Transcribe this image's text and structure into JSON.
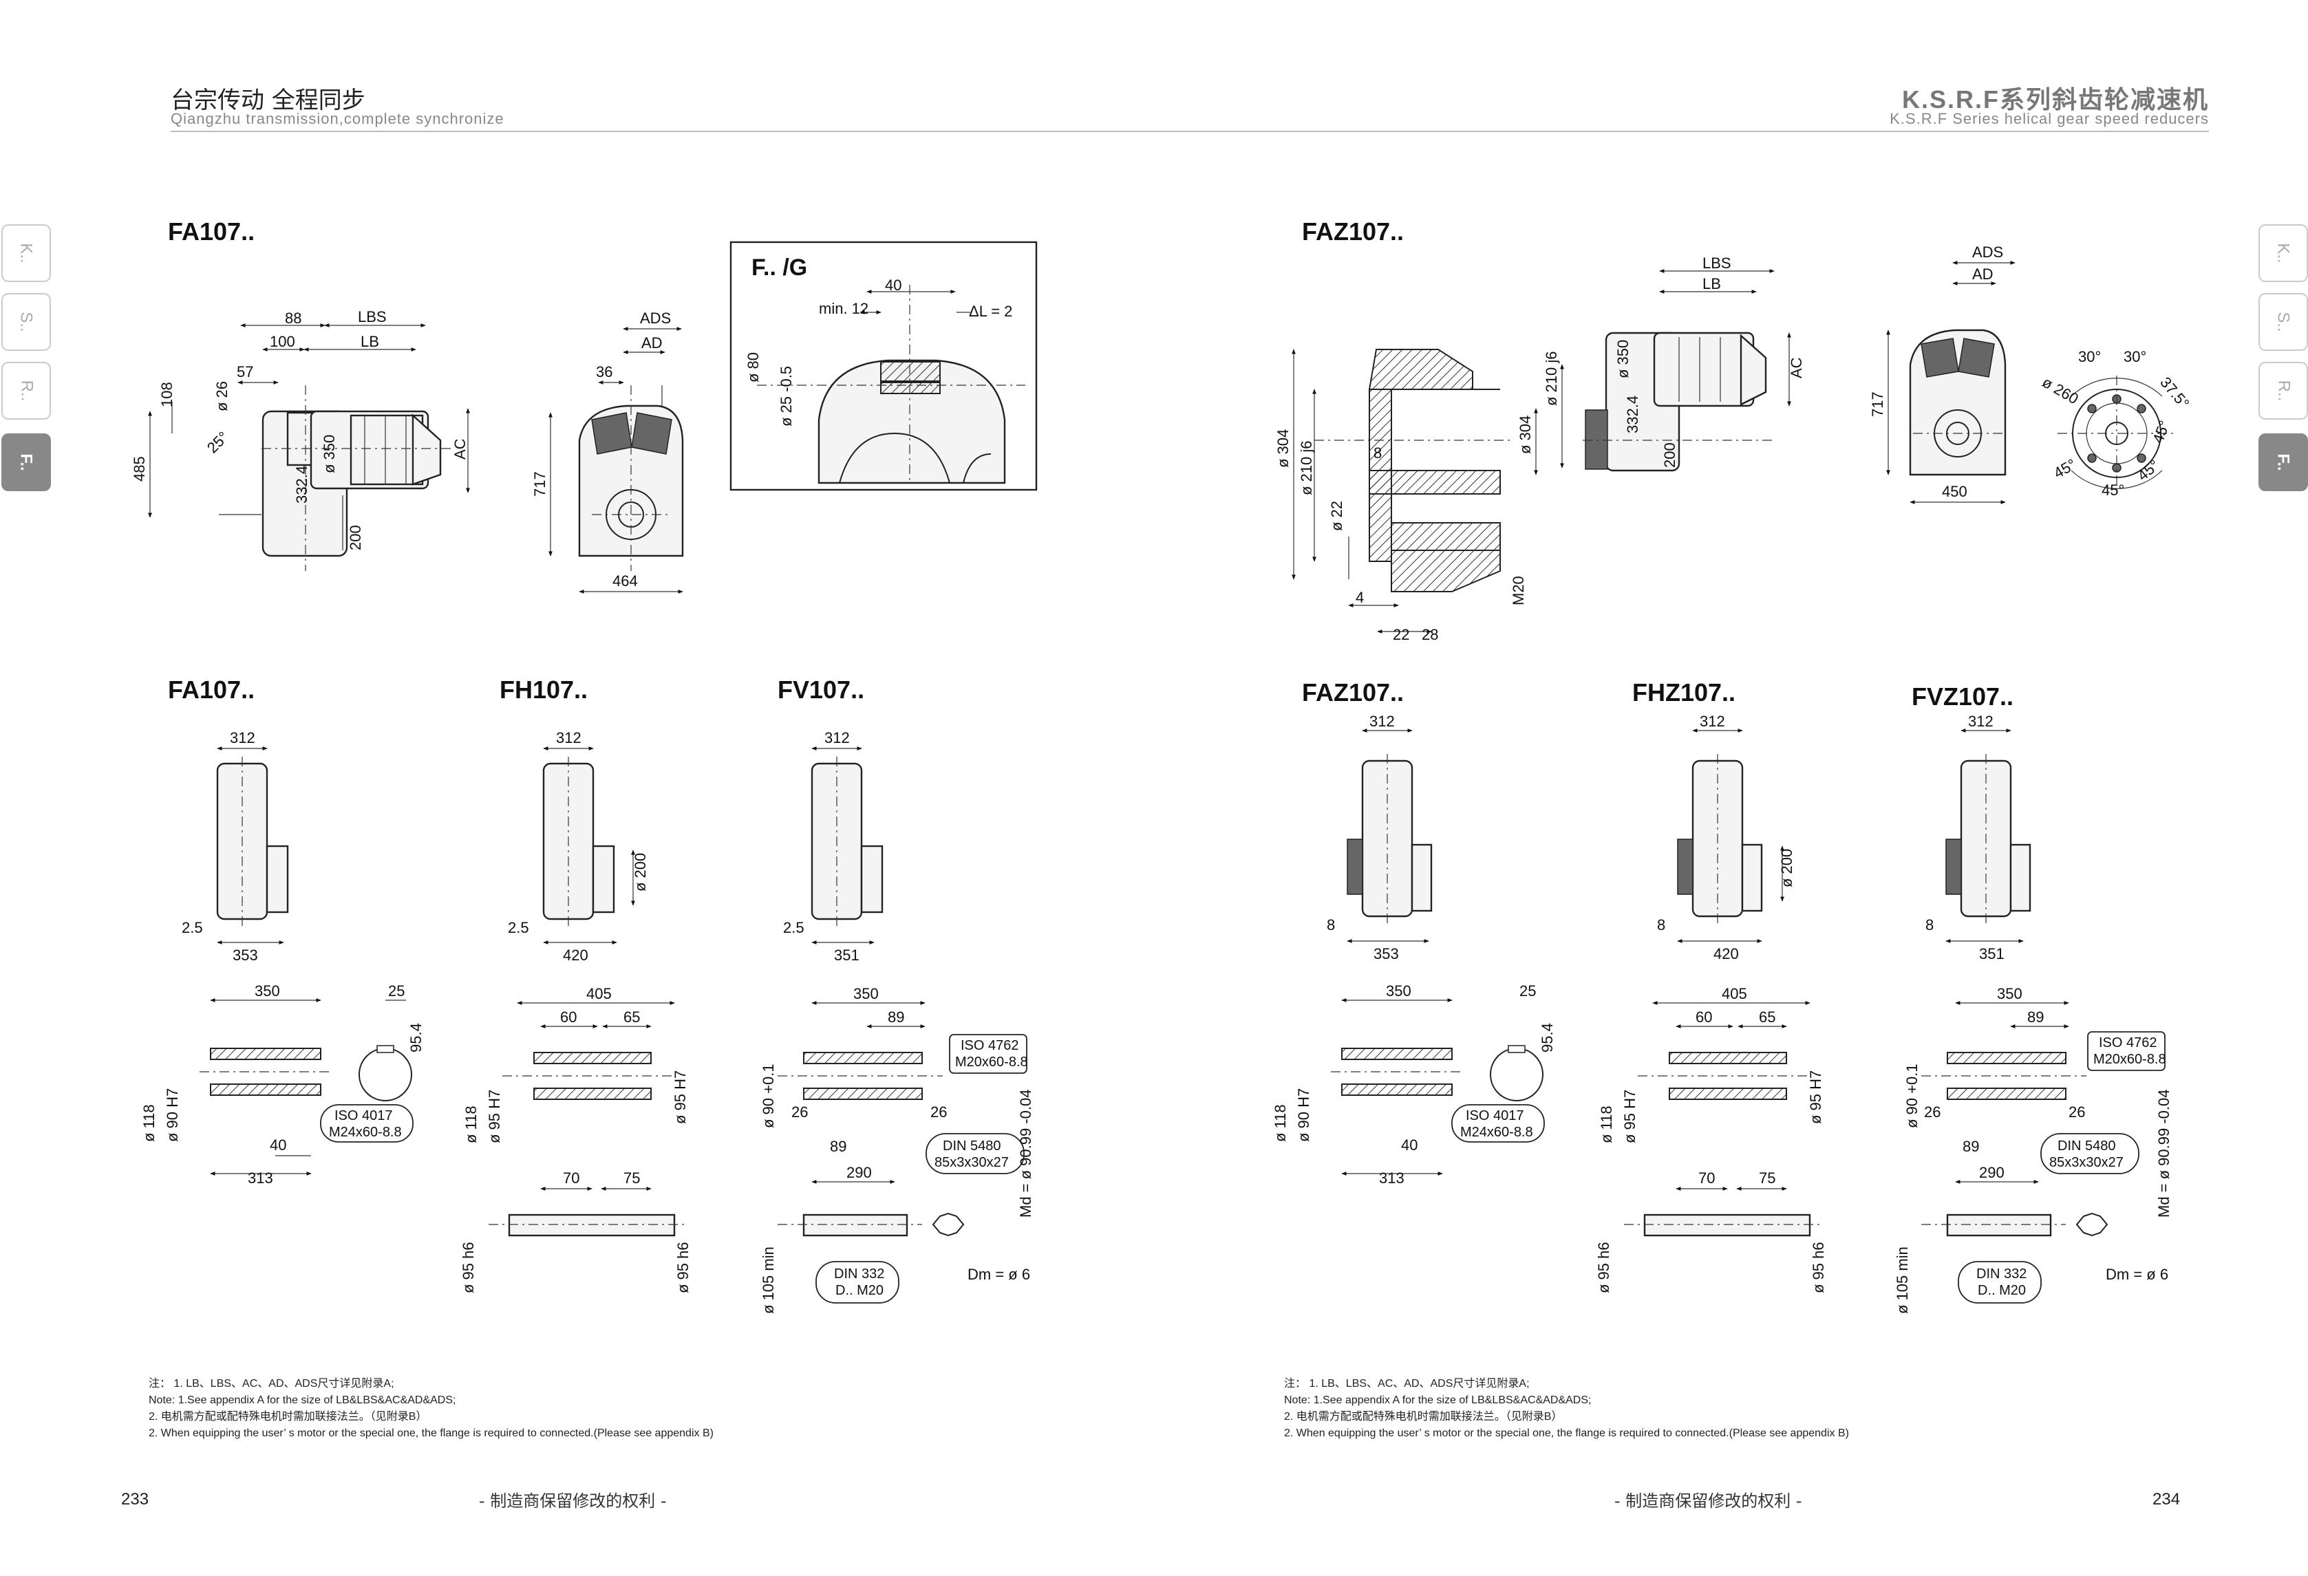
{
  "header": {
    "left_cn": "台宗传动   全程同步",
    "left_en": "Qiangzhu transmission,complete synchronize",
    "right_cn": "K.S.R.F系列斜齿轮减速机",
    "right_en": "K.S.R.F Series helical gear speed reducers"
  },
  "side_tabs": {
    "items": [
      {
        "label": "K.."
      },
      {
        "label": "S.."
      },
      {
        "label": "R.."
      },
      {
        "label": "F.."
      }
    ]
  },
  "models": {
    "fa107_top": "FA107..",
    "g_inset": "F.. /G",
    "faz107_top": "FAZ107..",
    "fa107": "FA107..",
    "fh107": "FH107..",
    "fv107": "FV107..",
    "faz107": "FAZ107..",
    "fhz107": "FHZ107..",
    "fvz107": "FVZ107.."
  },
  "dims": {
    "fa_top": {
      "d88": "88",
      "lbs": "LBS",
      "d100": "100",
      "lb": "LB",
      "d57": "57",
      "d26": "ø 26",
      "d108": "108",
      "d25": "25°",
      "d485": "485",
      "d350": "ø 350",
      "d3324": "332.4",
      "d200": "200",
      "ac": "AC"
    },
    "fa_front": {
      "ads": "ADS",
      "ad": "AD",
      "d36": "36",
      "d717": "717",
      "d464": "464"
    },
    "g_inset": {
      "d40": "40",
      "min12": "min. 12",
      "dl": "ΔL = 2",
      "d80": "ø 80",
      "d25": "ø 25 -0.5"
    },
    "faz_top": {
      "d304": "ø 304",
      "d210": "ø 210 j6",
      "d8": "8",
      "d22": "ø 22",
      "d4": "4",
      "d22b": "22",
      "d28": "28",
      "m20": "M20",
      "lbs": "LBS",
      "lb": "LB",
      "d210b": "ø 210 j6",
      "d350": "ø 350",
      "d3324": "332.4",
      "d304b": "ø 304",
      "d200": "200",
      "ac": "AC"
    },
    "faz_front": {
      "ads": "ADS",
      "ad": "AD",
      "d717": "717",
      "d450": "450",
      "a30a": "30°",
      "a30b": "30°",
      "a375": "37.5°",
      "d260": "ø 260",
      "a45a": "45°",
      "a45b": "45°",
      "a45c": "45°",
      "a45d": "45°"
    },
    "row2": {
      "w312": "312",
      "d25": "2.5",
      "d8": "8",
      "d353": "353",
      "d420": "420",
      "d351": "351",
      "d200": "ø 200"
    },
    "shafts": {
      "d350": "350",
      "d25": "25",
      "d954": "95.4",
      "d118": "ø 118",
      "d90h7": "ø 90 H7",
      "d40": "40",
      "d313": "313",
      "iso4017": "ISO 4017",
      "m24": "M24x60-8.8",
      "d405": "405",
      "d60": "60",
      "d65": "65",
      "d95h7": "ø 95 H7",
      "d70": "70",
      "d75": "75",
      "d95h6": "ø 95 h6",
      "d89": "89",
      "iso4762": "ISO 4762",
      "m20": "M20x60-8.8",
      "d90": "ø 90 +0.1",
      "d26": "26",
      "din5480": "DIN 5480",
      "spline": "85x3x30x27",
      "md": "Md = ø 90.99 -0.04",
      "d290": "290",
      "d105": "ø 105 min",
      "din332": "DIN 332",
      "dm20": "D.. M20",
      "dm6": "Dm = ø 6"
    }
  },
  "notes": {
    "left": [
      "注：   1. LB、LBS、AC、AD、ADS尺寸详见附录A;",
      "Note: 1.See appendix A for the size of LB&LBS&AC&AD&ADS;",
      "         2. 电机需方配或配特殊电机时需加联接法兰。（见附录B）",
      "         2. When equipping the user’ s motor or the special one, the flange is required to connected.(Please see appendix B)"
    ],
    "right": [
      "注：   1. LB、LBS、AC、AD、ADS尺寸详见附录A;",
      "Note: 1.See appendix A for the size of LB&LBS&AC&AD&ADS;",
      "         2. 电机需方配或配特殊电机时需加联接法兰。（见附录B）",
      "         2. When equipping the user’ s motor or the special one, the flange is required to connected.(Please see appendix B)"
    ]
  },
  "footer": {
    "page_left": "233",
    "page_right": "234",
    "rights_left": "- 制造商保留修改的权利 -",
    "rights_right": "- 制造商保留修改的权利 -"
  }
}
